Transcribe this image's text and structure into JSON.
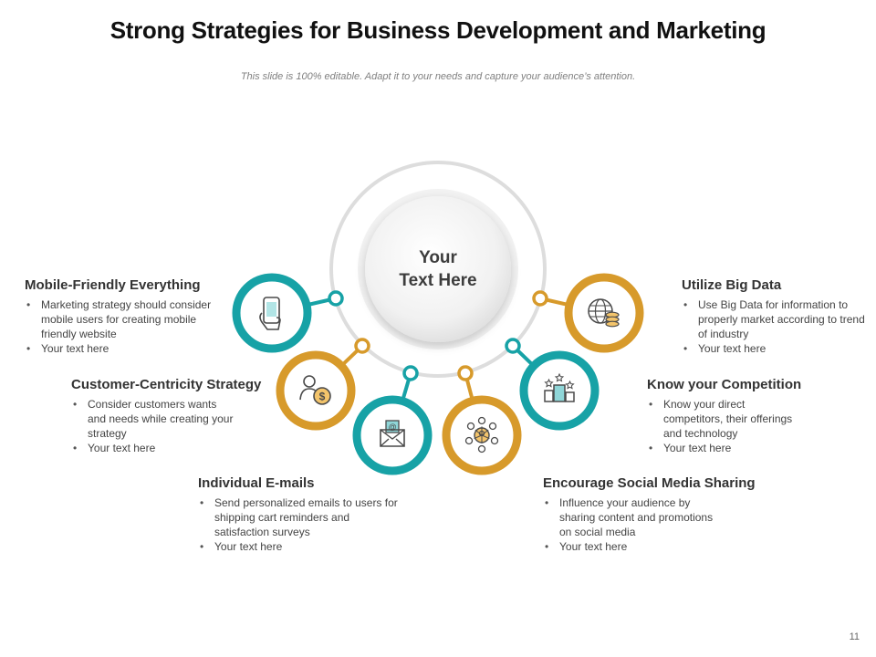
{
  "title": "Strong Strategies for Business Development and Marketing",
  "subtitle": "This slide is 100% editable. Adapt it to your needs and capture your audience’s attention.",
  "center": {
    "line1": "Your",
    "line2": "Text Here"
  },
  "colors": {
    "teal": "#17A2A6",
    "gold": "#D79A2B",
    "ring": "#DDDDDD"
  },
  "items": [
    {
      "title": "Mobile-Friendly Everything",
      "bullets": [
        "Marketing strategy should consider mobile users for creating mobile friendly website",
        "Your text here"
      ],
      "icon": "smartphone-icon",
      "color": "teal"
    },
    {
      "title": "Customer-Centricity Strategy",
      "bullets": [
        "Consider customers wants and needs while creating your strategy",
        "Your text here"
      ],
      "icon": "customer-money-icon",
      "color": "gold"
    },
    {
      "title": "Individual E-mails",
      "bullets": [
        "Send personalized emails to users for shipping cart reminders and satisfaction surveys",
        "Your text here"
      ],
      "icon": "email-envelope-icon",
      "color": "teal"
    },
    {
      "title": "Encourage Social Media Sharing",
      "bullets": [
        "Influence your audience by sharing content and promotions on social media",
        "Your text here"
      ],
      "icon": "social-network-icon",
      "color": "gold"
    },
    {
      "title": "Know your Competition",
      "bullets": [
        "Know your direct competitors, their offerings and technology",
        "Your text here"
      ],
      "icon": "competition-podium-icon",
      "color": "teal"
    },
    {
      "title": "Utilize Big Data",
      "bullets": [
        "Use Big Data for information to properly market according to trend of industry",
        "Your text here"
      ],
      "icon": "big-data-globe-icon",
      "color": "gold"
    }
  ],
  "page_number": "11"
}
